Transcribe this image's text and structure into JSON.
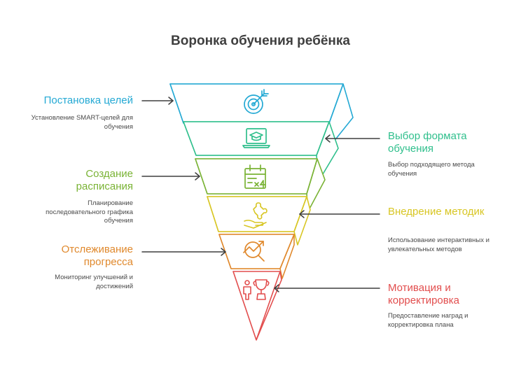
{
  "title": "Воронка обучения ребёнка",
  "colors": {
    "blue": "#24a9d4",
    "teal": "#2fbf8c",
    "green": "#7ab335",
    "yellow": "#d8c624",
    "orange": "#e0892d",
    "red": "#e24d4d",
    "text": "#3f3f3f"
  },
  "stages": [
    {
      "label": "Постановка целей",
      "description": "Установление SMART-целей для обучения",
      "icon": "target-icon",
      "side": "left"
    },
    {
      "label": "Выбор формата обучения",
      "description": "Выбор подходящего метода обучения",
      "icon": "laptop-graduation-icon",
      "side": "right"
    },
    {
      "label": "Создание расписания",
      "description": "Планирование последовательного графика обучения",
      "icon": "calendar-icon",
      "side": "left"
    },
    {
      "label": "Внедрение методик",
      "description": "Использование интерактивных и увлекательных методов",
      "icon": "puzzle-hand-icon",
      "side": "right"
    },
    {
      "label": "Отслеживание прогресса",
      "description": "Мониторинг улучшений и достижений",
      "icon": "progress-search-icon",
      "side": "left"
    },
    {
      "label": "Мотивация и корректировка",
      "description": "Предоставление наград и корректировка плана",
      "icon": "trophy-person-icon",
      "side": "right"
    }
  ]
}
